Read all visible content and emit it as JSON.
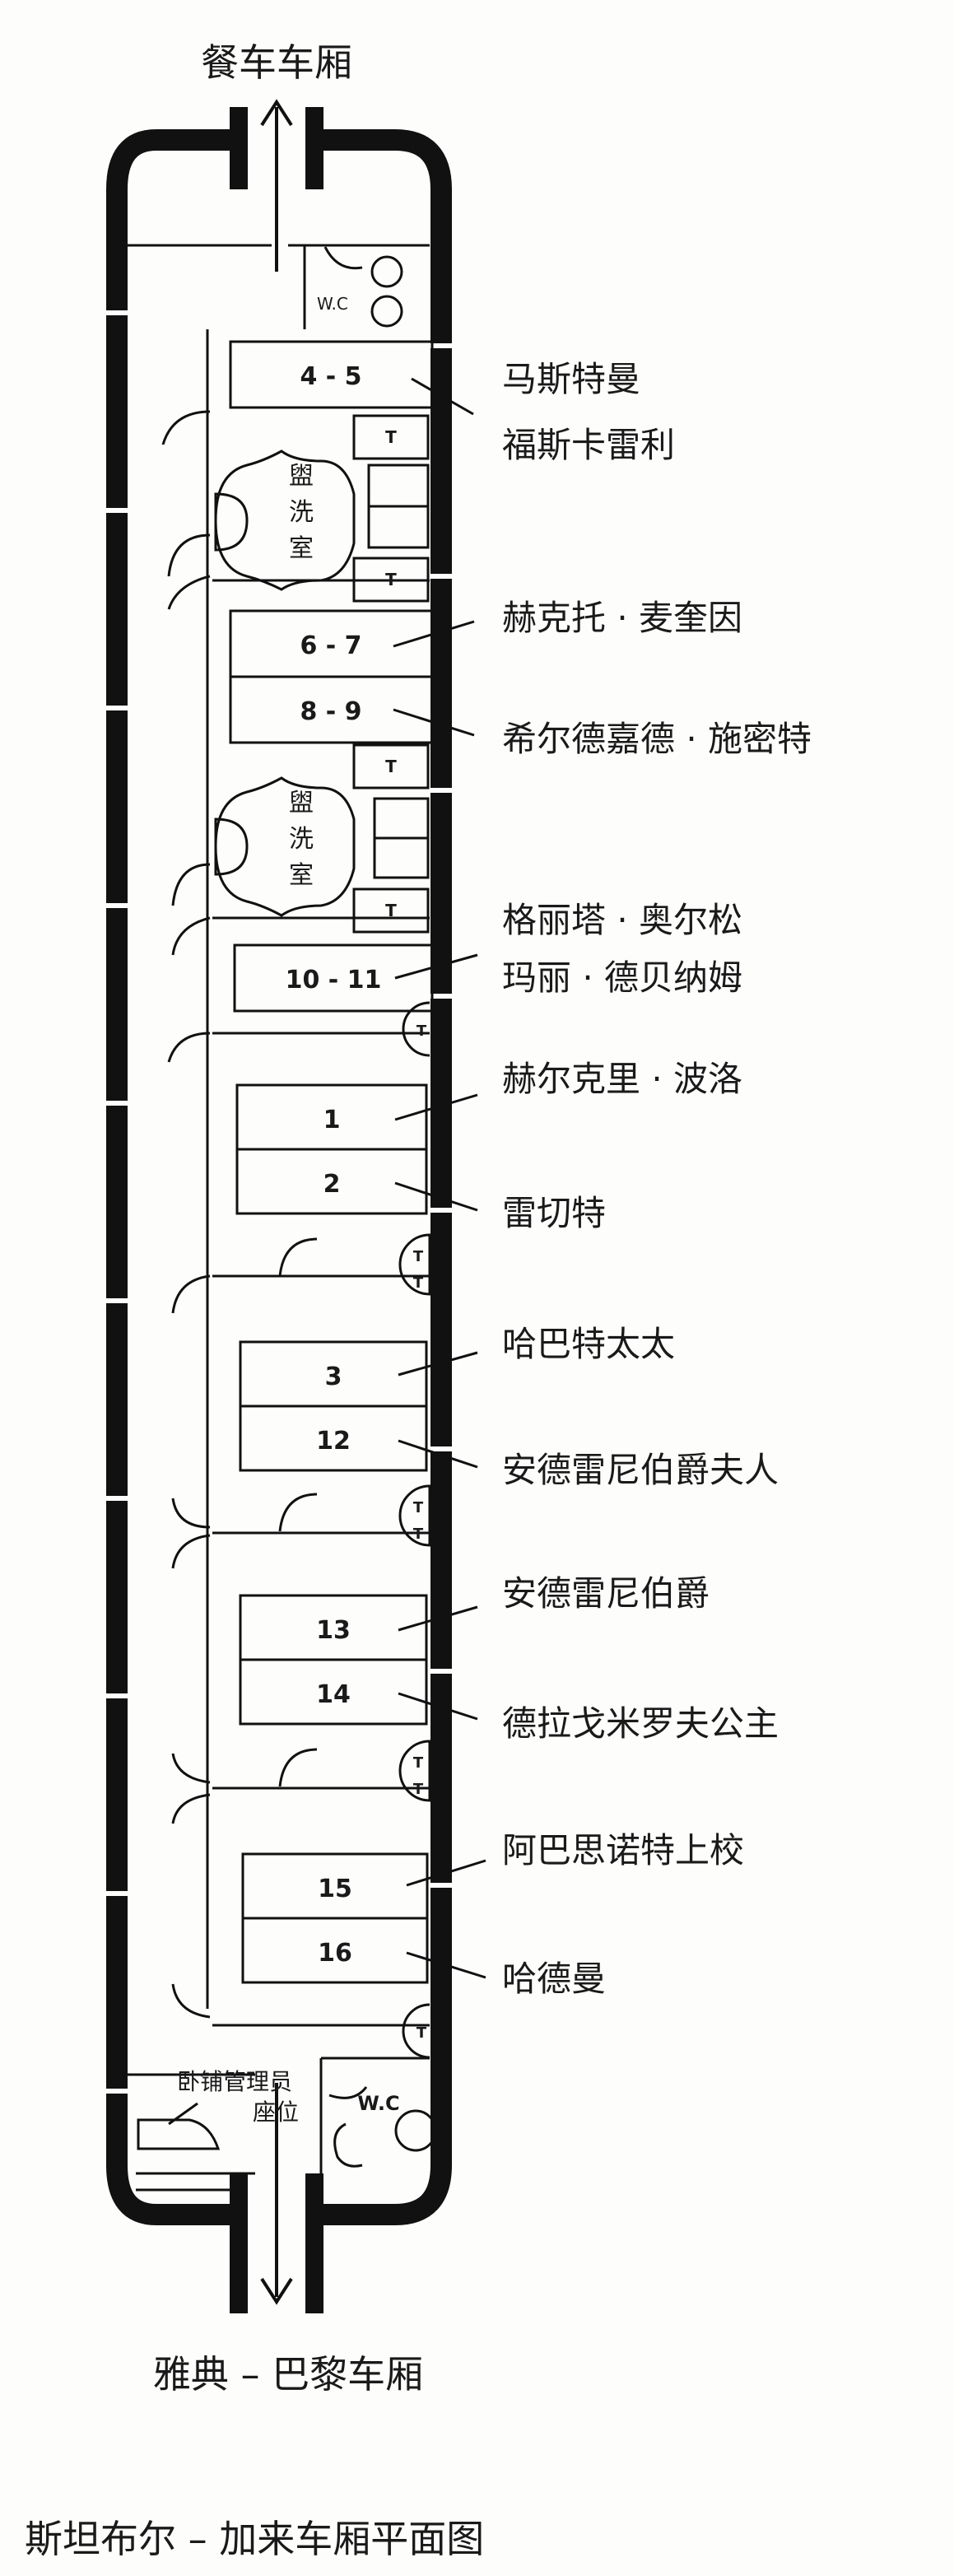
{
  "labels": {
    "top_car": "餐车车厢",
    "bottom_car": "雅典 – 巴黎车厢",
    "caption": "斯坦布尔 – 加来车厢平面图",
    "wc": "W.C",
    "washroom_chars": [
      "盥",
      "洗",
      "室"
    ],
    "toilet": "T",
    "conductor_line1": "卧铺管理员",
    "conductor_line2": "座位"
  },
  "berths": [
    {
      "id": "4-5",
      "label": "4 - 5"
    },
    {
      "id": "6-7",
      "label": "6 - 7"
    },
    {
      "id": "8-9",
      "label": "8 - 9"
    },
    {
      "id": "10-11",
      "label": "10 - 11"
    },
    {
      "id": "1",
      "label": "1"
    },
    {
      "id": "2",
      "label": "2"
    },
    {
      "id": "3",
      "label": "3"
    },
    {
      "id": "12",
      "label": "12"
    },
    {
      "id": "13",
      "label": "13"
    },
    {
      "id": "14",
      "label": "14"
    },
    {
      "id": "15",
      "label": "15"
    },
    {
      "id": "16",
      "label": "16"
    }
  ],
  "passengers": [
    {
      "name": "马斯特曼",
      "berth": "4-5"
    },
    {
      "name": "福斯卡雷利",
      "berth": "4-5"
    },
    {
      "name": "赫克托 · 麦奎因",
      "berth": "6-7"
    },
    {
      "name": "希尔德嘉德 · 施密特",
      "berth": "8-9"
    },
    {
      "name": "格丽塔 · 奥尔松",
      "berth": "10-11"
    },
    {
      "name": "玛丽 · 德贝纳姆",
      "berth": "10-11"
    },
    {
      "name": "赫尔克里 · 波洛",
      "berth": "1"
    },
    {
      "name": "雷切特",
      "berth": "2"
    },
    {
      "name": "哈巴特太太",
      "berth": "3"
    },
    {
      "name": "安德雷尼伯爵夫人",
      "berth": "12"
    },
    {
      "name": "安德雷尼伯爵",
      "berth": "13"
    },
    {
      "name": "德拉戈米罗夫公主",
      "berth": "14"
    },
    {
      "name": "阿巴思诺特上校",
      "berth": "15"
    },
    {
      "name": "哈德曼",
      "berth": "16"
    }
  ]
}
